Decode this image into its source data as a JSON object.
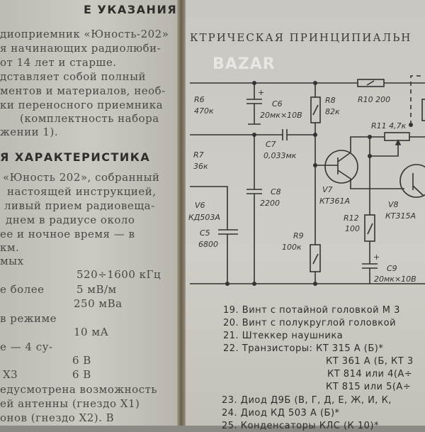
{
  "left_page": {
    "heading1": "Е УКАЗАНИЯ",
    "para1": [
      "диоприемник «Юность-202»",
      "я начинающих радиолюби-",
      "от 14 лет и старше.",
      "дставляет собой полный",
      "ментов и материалов, необ-",
      "ки переносного приемника",
      "(комплектность набора",
      "жении 1)."
    ],
    "heading2": "Я ХАРАКТЕРИСТИКА",
    "para2": [
      "«Юность 202», собранный",
      "настоящей инструкцией,",
      "ливый прием радиовеща-",
      "днем в радиусе около",
      "ее и ночное время — в",
      "км.",
      "мых"
    ],
    "specs": [
      {
        "label": "",
        "value": "520÷1600 кГц"
      },
      {
        "label": "е более",
        "value": "5 мВ/м"
      },
      {
        "label": "",
        "value": "250 мВа"
      },
      {
        "label": "в режиме",
        "value": ""
      },
      {
        "label": "",
        "value": "10 мА"
      },
      {
        "label": "е — 4 су-",
        "value": ""
      },
      {
        "label": "",
        "value": "6 В"
      },
      {
        "label": "Х3",
        "value": "6 В"
      }
    ],
    "para3": [
      "едусмотрена возможность",
      "ей антенны (гнездо Х1)",
      "онов (гнездо Х2). В"
    ]
  },
  "right_page": {
    "title": "КТРИЧЕСКАЯ ПРИНЦИПИАЛЬН",
    "schematic": {
      "r6": "R6",
      "r6v": "470к",
      "c6": "C6",
      "c6v": "20мк×10В",
      "r8": "R8",
      "r8v": "82к",
      "r10": "R10 200",
      "r11": "R11 4,7к",
      "c7": "C7",
      "c7v": "0,033мк",
      "r7": "R7",
      "r7v": "36к",
      "c8": "C8",
      "c8v": "2200",
      "v6": "V6",
      "v6v": "КД503А",
      "c5": "C5",
      "c5v": "6800",
      "v7": "V7",
      "v7v": "КТ361А",
      "v8": "V8",
      "v8v": "КТ315А",
      "r12": "R12",
      "r12v": "100",
      "r9": "R9",
      "r9v": "100к",
      "c9": "C9",
      "c9v": "20мк×10В",
      "plus": "+"
    },
    "parts_list": [
      "19. Винт с потайной головкой М 3",
      "20. Винт с полукруглой головкой",
      "21. Штеккер наушника",
      "22. Транзисторы: КТ 315 А (Б)*",
      "КТ 361 А (Б, КТ 3",
      "КТ 814 или 4(А÷",
      "КТ 815 или 5(А÷",
      "23. Диод Д9Б (В, Г, Д, Е, Ж, И, К,",
      "24. Диод КД 503 А (Б)*",
      "25. Конденсаторы КЛС (К 10)*"
    ]
  },
  "watermark": "BAZAR"
}
